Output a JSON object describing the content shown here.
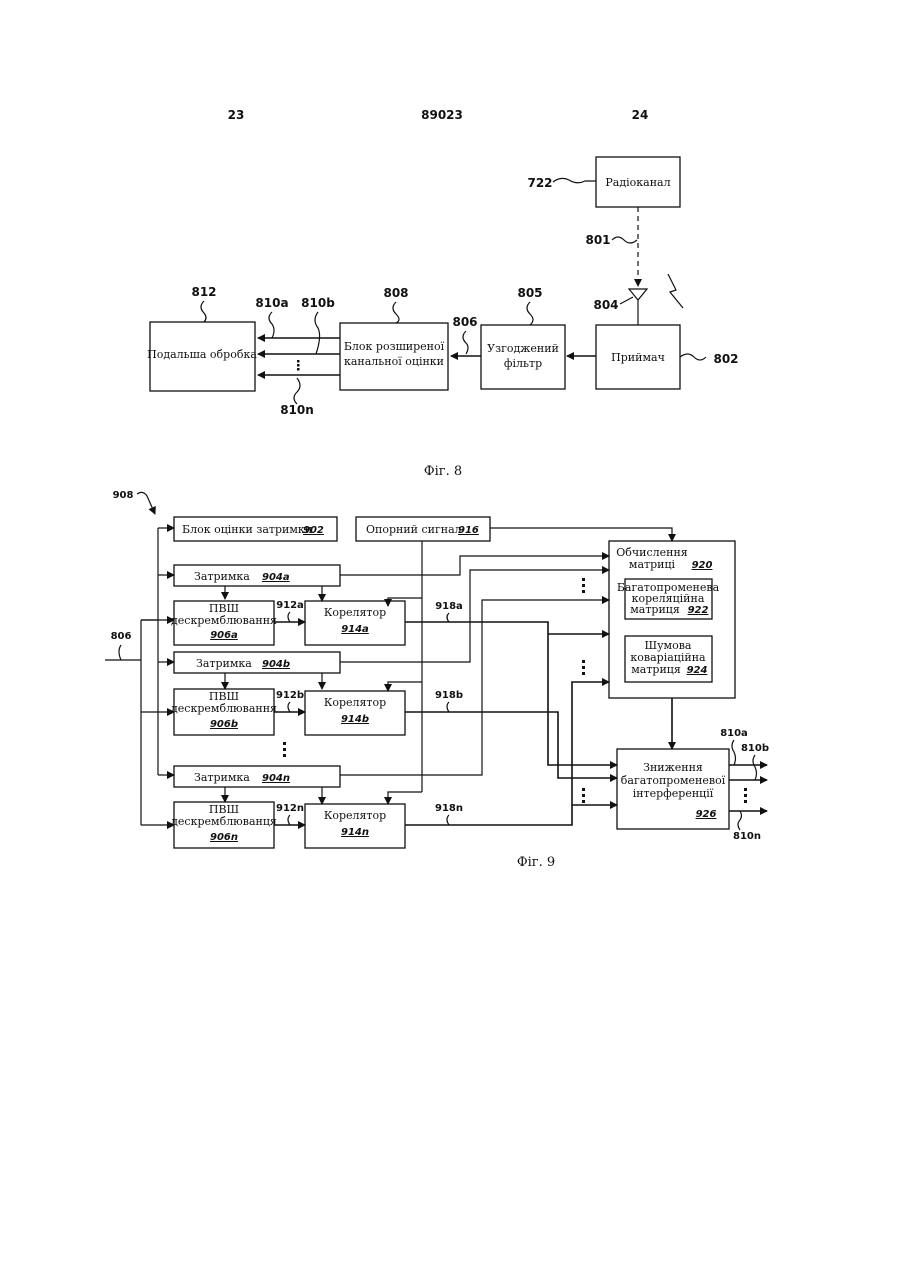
{
  "header": {
    "page_left": "23",
    "doc_number": "89023",
    "page_right": "24"
  },
  "fig8": {
    "caption": "Фіг. 8",
    "radio_channel": "Радіоканал",
    "receiver": "Приймач",
    "matched_filter": [
      "Узгоджений",
      "фільтр"
    ],
    "channel_estimator": [
      "Блок розширеної",
      "канальної оцінки"
    ],
    "further_processing": "Подальша обробка",
    "refs": {
      "r722": "722",
      "r801": "801",
      "r804": "804",
      "r802": "802",
      "r805": "805",
      "r806": "806",
      "r808": "808",
      "r812": "812",
      "r810a": "810a",
      "r810b": "810b",
      "r810n": "810n"
    }
  },
  "fig9": {
    "caption": "Фіг. 9",
    "delay_estimator": "Блок оцінки затримки",
    "reference_signal": "Опорний сигнал",
    "delay": "Затримка",
    "descrambler_a": [
      "ПВШ",
      "дескремблювання"
    ],
    "descrambler_n": [
      "ПВШ",
      "дескремблюванця"
    ],
    "correlator": "Корелятор",
    "matrix_calc": [
      "Обчислення",
      "матриці"
    ],
    "multipath_corr": [
      "Багатопроменева",
      "кореляційна",
      "матриця"
    ],
    "noise_cov": [
      "Шумова",
      "коваріаційна",
      "матриця"
    ],
    "mpi_reduction": [
      "Зниження",
      "багатопроменевої",
      "інтерференції"
    ],
    "refs": {
      "r908": "908",
      "r806": "806",
      "r902": "902",
      "r916": "916",
      "r904a": "904a",
      "r904b": "904b",
      "r904n": "904n",
      "r906a": "906a",
      "r906b": "906b",
      "r906n": "906n",
      "r912a": "912a",
      "r912b": "912b",
      "r912n": "912n",
      "r914a": "914a",
      "r914b": "914b",
      "r914n": "914n",
      "r918a": "918a",
      "r918b": "918b",
      "r918n": "918n",
      "r920": "920",
      "r922": "922",
      "r924": "924",
      "r926": "926",
      "r810a": "810a",
      "r810b": "810b",
      "r810n": "810n"
    }
  }
}
